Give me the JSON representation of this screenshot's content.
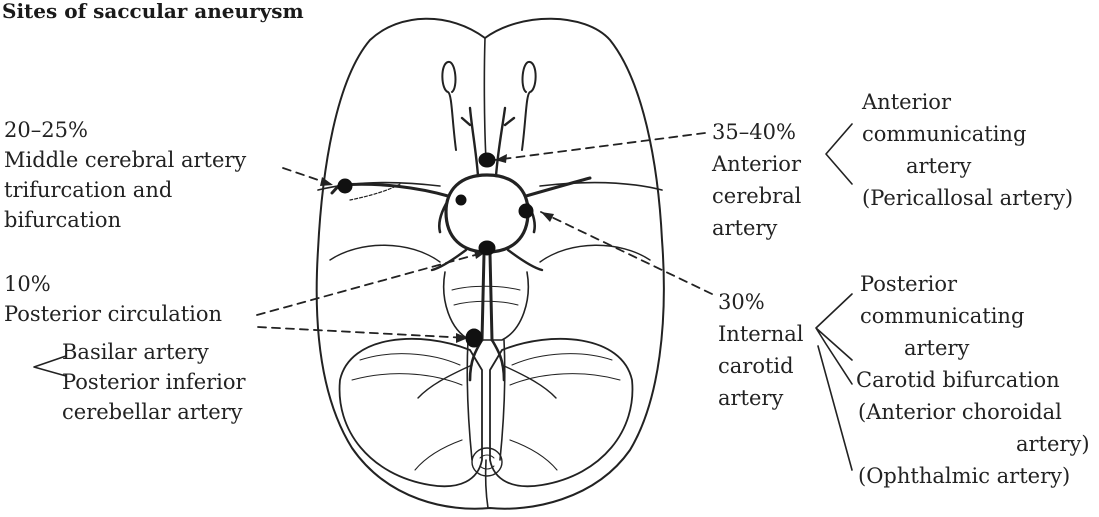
{
  "title": "Sites of saccular aneurysm",
  "left": {
    "mca": {
      "percent": "20–25%",
      "lines": [
        "Middle cerebral artery",
        "trifurcation and",
        "bifurcation"
      ]
    },
    "posterior": {
      "percent": "10%",
      "label": "Posterior circulation",
      "items": [
        "Basilar artery",
        "Posterior inferior",
        "cerebellar artery"
      ]
    }
  },
  "right": {
    "aca": {
      "percent": "35–40%",
      "lines": [
        "Anterior",
        "cerebral",
        "artery"
      ],
      "sub": [
        "Anterior",
        "communicating",
        "artery",
        "(Pericallosal artery)"
      ]
    },
    "ica": {
      "percent": "30%",
      "lines": [
        "Internal",
        "carotid",
        "artery"
      ],
      "sub": [
        "Posterior",
        "communicating",
        "artery",
        "Carotid bifurcation",
        "(Anterior choroidal",
        "artery)",
        "(Ophthalmic artery)"
      ]
    }
  },
  "colors": {
    "ink": "#222222",
    "paper": "#ffffff",
    "aneurysm": "#111111"
  }
}
